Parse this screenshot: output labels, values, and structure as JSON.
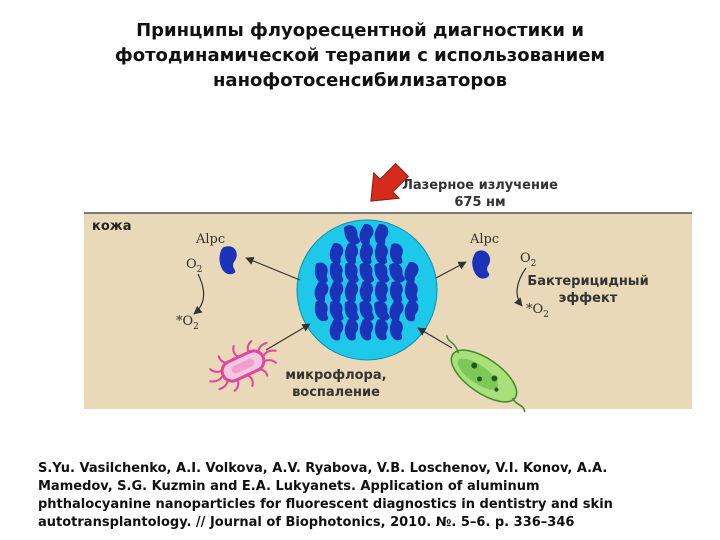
{
  "title": {
    "line1": "Принципы флуоресцентной диагностики и",
    "line2": "фотодинамической терапии с использованием",
    "line3": "нанофотосенсибилизаторов"
  },
  "diagram": {
    "laser_line1": "Лазерное излучение",
    "laser_line2": "675 нм",
    "skin_label": "кожа",
    "alpc_left": "Alpc",
    "alpc_right": "Alpc",
    "o2_left": "O",
    "o2_left_sub": "2",
    "o2_right": "O",
    "o2_right_sub": "2",
    "singlet_left": "*O",
    "singlet_left_sub": "2",
    "singlet_right": "*O",
    "singlet_right_sub": "2",
    "bactericidal_line1": "Бактерицидный",
    "bactericidal_line2": "эффект",
    "microflora_line1": "микрофлора,",
    "microflora_line2": "воспаление",
    "colors": {
      "skin": "#ead9b8",
      "skin_border": "#555555",
      "sphere": "#1ec8e8",
      "particle": "#1a33b8",
      "arrow": "#d42b1c",
      "bacterium_pink": "#e0469a",
      "bacterium_green": "#7ec85a"
    }
  },
  "citation": {
    "line1": "S.Yu. Vasilchenko, A.I. Volkova, A.V. Ryabova, V.B. Loschenov, V.I. Konov, A.A.",
    "line2": "Mamedov, S.G. Kuzmin and E.A. Lukyanets. Application of aluminum",
    "line3": "phthalocyanine nanoparticles for fluorescent diagnostics in dentistry and skin",
    "line4": "autotransplantology. //  Journal of Biophotonics, 2010. №. 5–6. p. 336–346"
  }
}
